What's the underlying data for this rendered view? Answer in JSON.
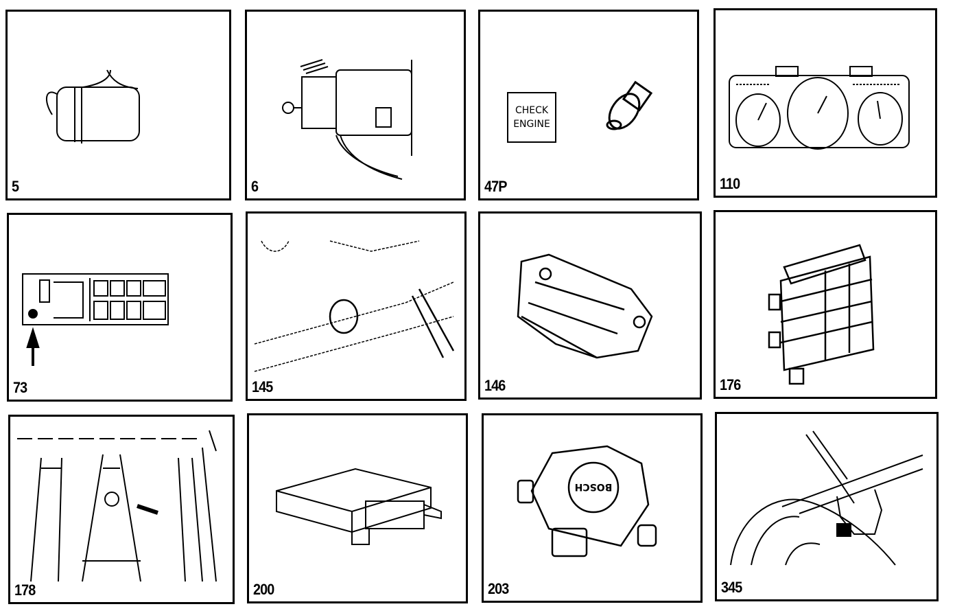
{
  "page": {
    "figures": [
      {
        "label": "5",
        "subject": "cylindrical-component-with-hose"
      },
      {
        "label": "6",
        "subject": "distributor-assembly"
      },
      {
        "label": "47P",
        "subject": "check-engine-lamp-and-bulb",
        "lamp_text": [
          "CHECK",
          "ENGINE"
        ]
      },
      {
        "label": "110",
        "subject": "instrument-cluster"
      },
      {
        "label": "73",
        "subject": "fuse-relay-panel"
      },
      {
        "label": "145",
        "subject": "harness-connector"
      },
      {
        "label": "146",
        "subject": "ignition-module"
      },
      {
        "label": "176",
        "subject": "control-unit"
      },
      {
        "label": "178",
        "subject": "pillar-connector-location"
      },
      {
        "label": "200",
        "subject": "electronic-control-unit"
      },
      {
        "label": "203",
        "subject": "throttle-position-sensor",
        "brand_text": "BOSCH"
      },
      {
        "label": "345",
        "subject": "wheel-arch-sensor"
      }
    ]
  }
}
